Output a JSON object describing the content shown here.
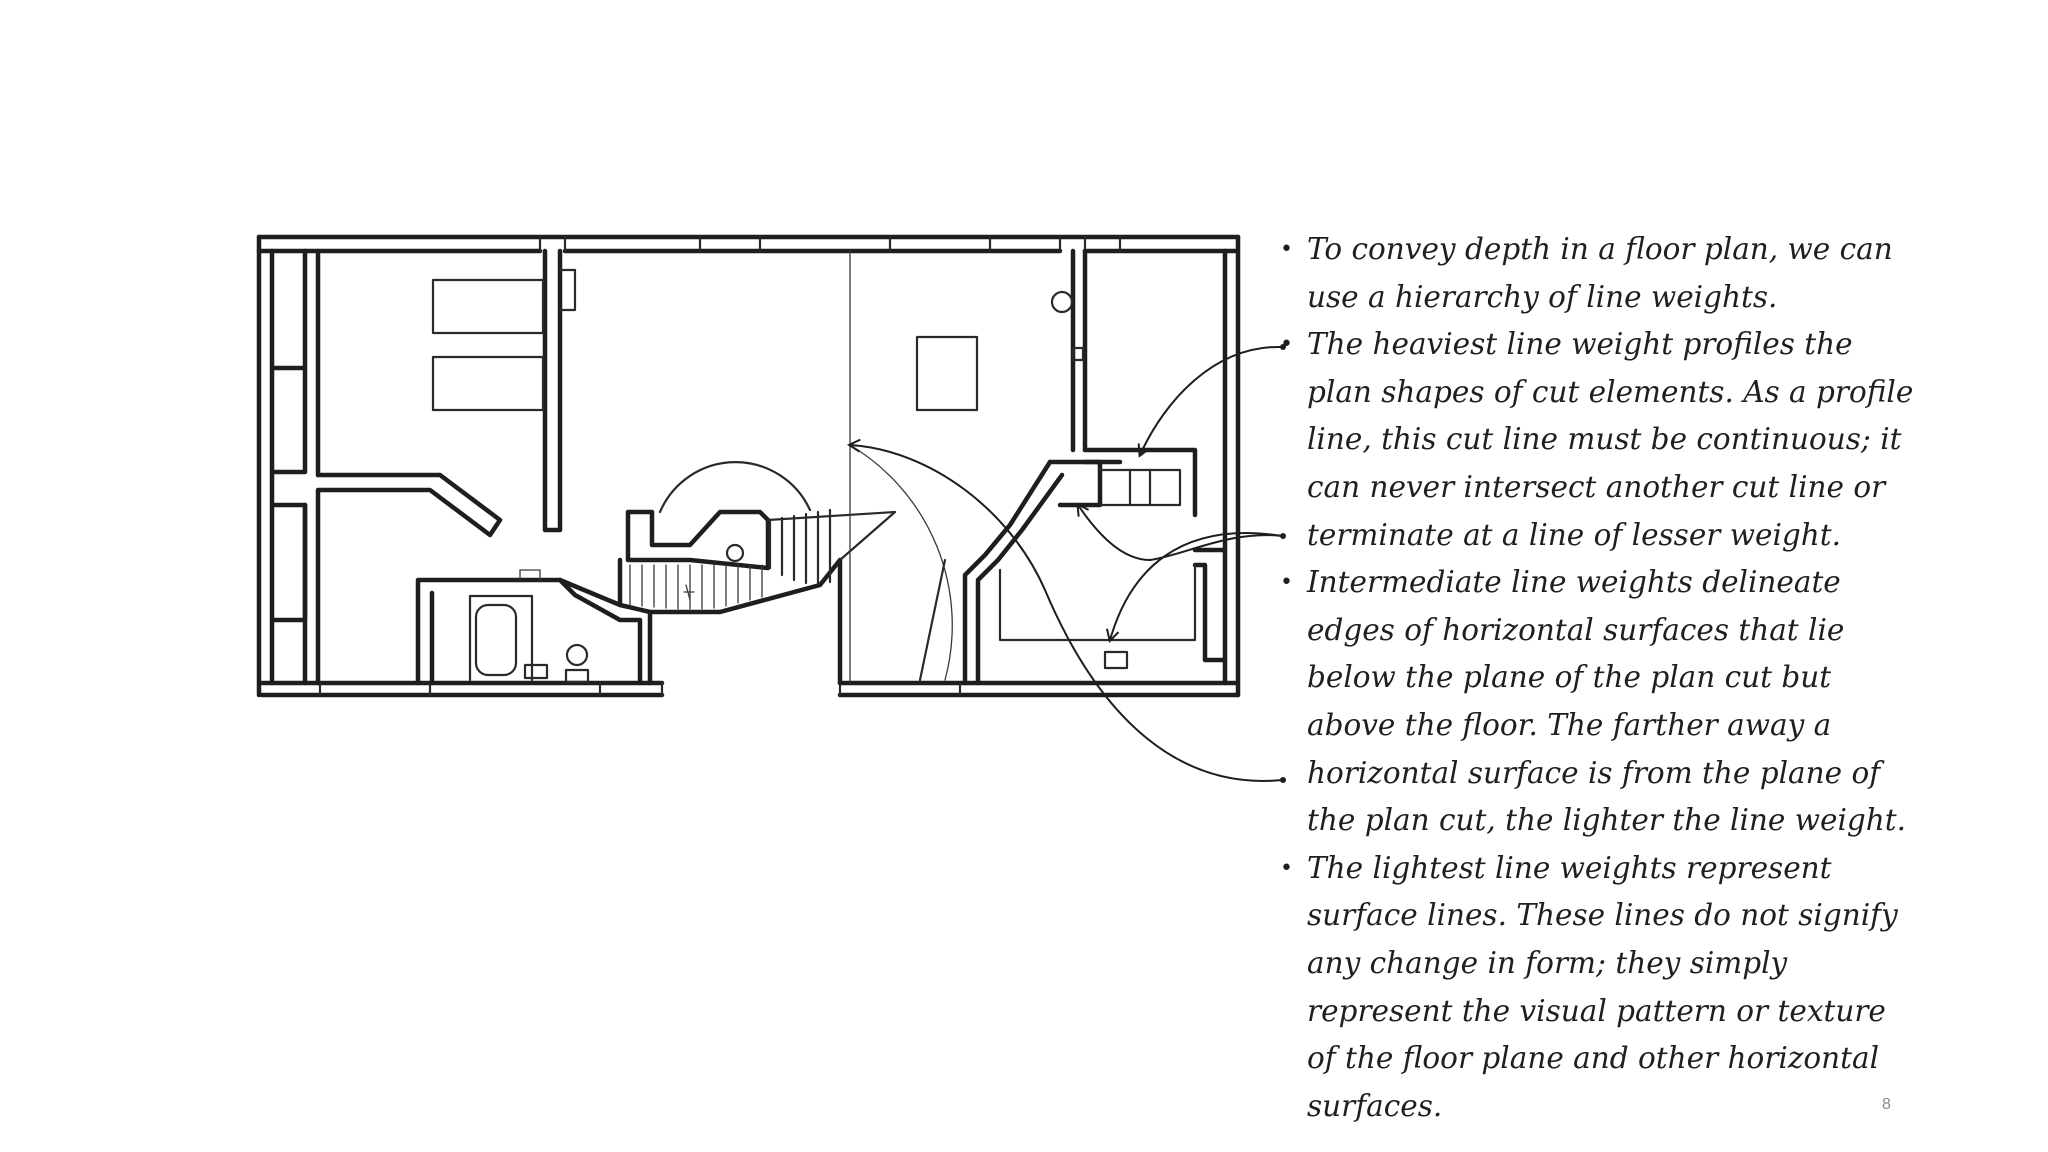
{
  "slide": {
    "page_number": "8",
    "illustration": "floor-plan"
  },
  "notes": [
    {
      "text": "To convey depth in a floor plan, we can use a hierarchy of line weights."
    },
    {
      "text": "The heaviest line weight profiles the plan shapes of cut elements. As a profile line, this cut line must be continuous; it can never intersect another cut line or terminate at a line of lesser weight."
    },
    {
      "text": "Intermediate line weights delineate edges of horizontal surfaces that lie below the plane of the plan cut but above the floor. The farther away a horizontal surface is from the plane of the plan cut, the lighter the line weight."
    },
    {
      "text": "The lightest line weights represent surface lines. These lines do not signify any change in form; they simply represent the visual pattern or texture of the floor plane and other horizontal surfaces."
    }
  ]
}
